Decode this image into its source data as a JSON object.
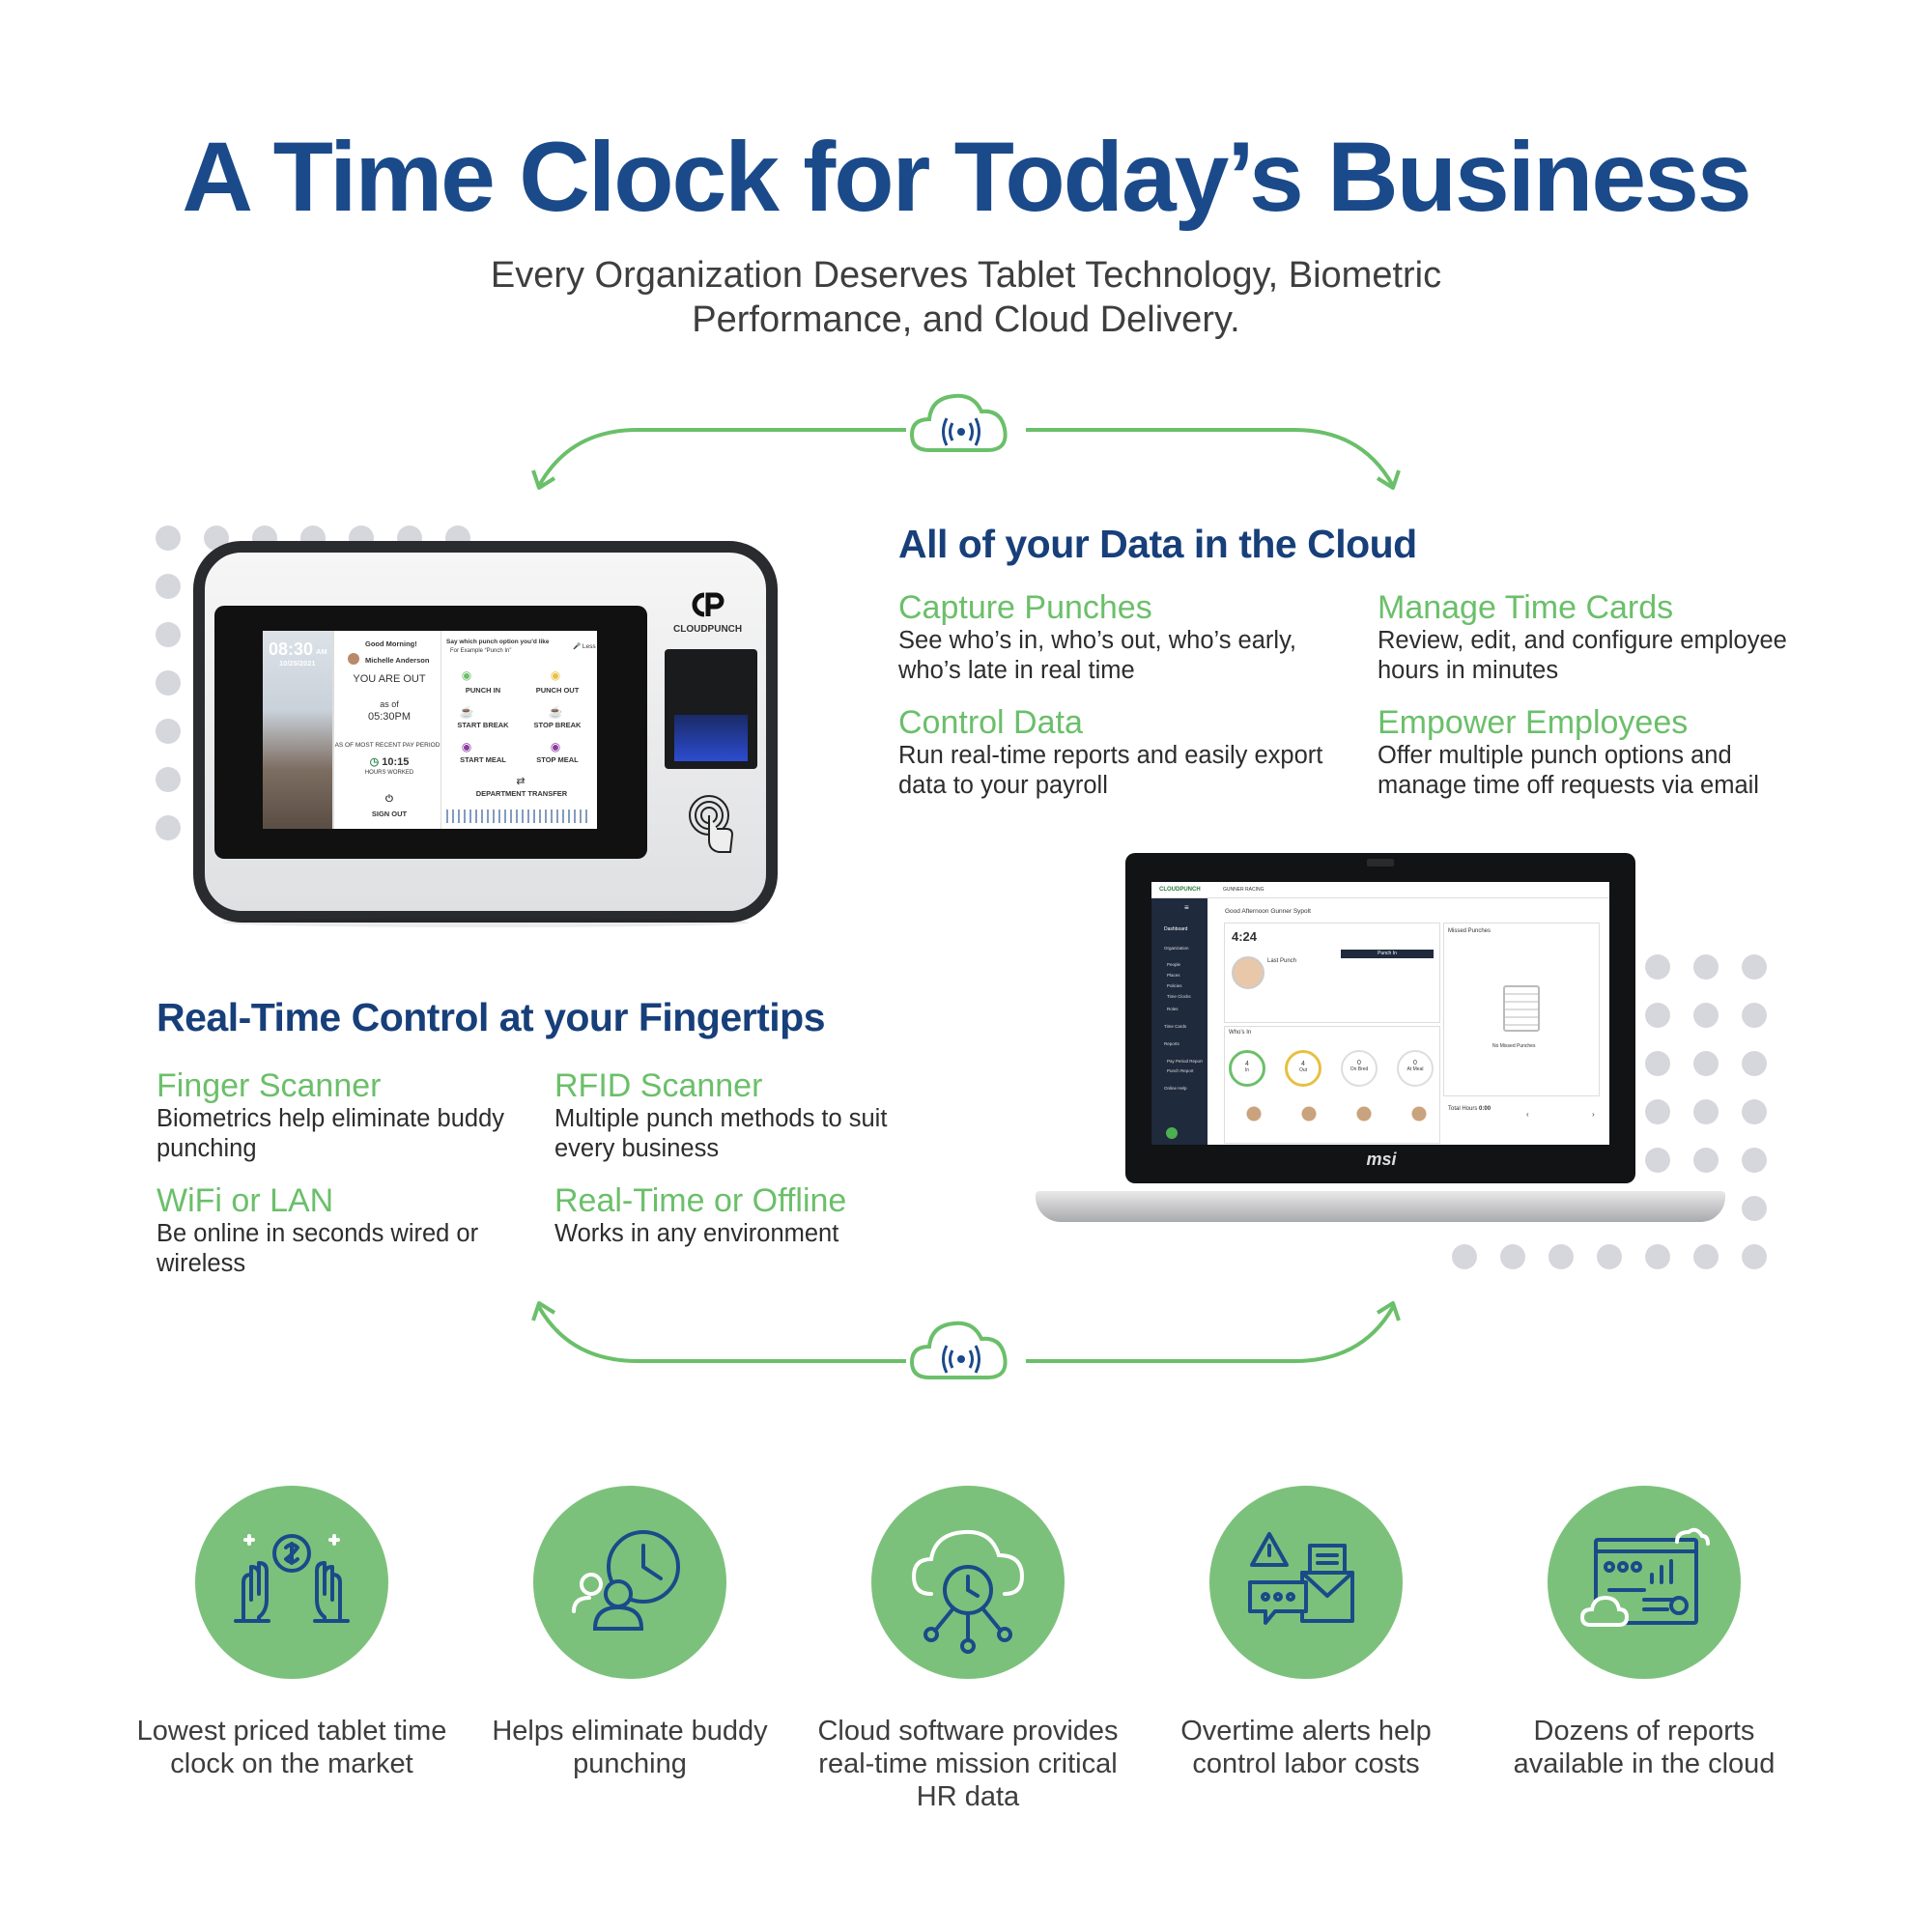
{
  "header": {
    "title": "A Time Clock for Today’s Business",
    "subtitle": "Every Organization Deserves Tablet Technology, Biometric Performance, and Cloud Delivery."
  },
  "cloud_section": {
    "title": "All of your Data in the Cloud",
    "features": [
      {
        "title": "Capture Punches",
        "desc": "See who’s in, who’s out, who’s early, who’s late in real time"
      },
      {
        "title": "Manage Time Cards",
        "desc": "Review, edit, and configure employee hours in minutes"
      },
      {
        "title": "Control Data",
        "desc": "Run real-time reports and easily export data to your payroll"
      },
      {
        "title": "Empower Employees",
        "desc": "Offer multiple punch options and manage time off requests via email"
      }
    ]
  },
  "control_section": {
    "title": "Real-Time Control at your Fingertips",
    "features": [
      {
        "title": "Finger Scanner",
        "desc": "Biometrics help eliminate buddy punching"
      },
      {
        "title": "RFID Scanner",
        "desc": "Multiple punch methods to suit every business"
      },
      {
        "title": "WiFi or LAN",
        "desc": "Be online in seconds wired or wireless"
      },
      {
        "title": "Real-Time or Offline",
        "desc": "Works in any environment"
      }
    ]
  },
  "device": {
    "brand": "CLOUDPUNCH",
    "time": "08:30",
    "ampm": "AM",
    "date": "10/25/2021",
    "greeting": "Good Morning!",
    "user": "Michelle Anderson",
    "status": "YOU ARE OUT",
    "as_of": "as of",
    "status_time": "05:30PM",
    "period_label": "AS OF MOST RECENT PAY PERIOD",
    "hours": "10:15",
    "hours_label": "HOURS WORKED",
    "sign_out": "SIGN OUT",
    "prompt": "Say which punch option you’d like",
    "prompt_example": "For Example “Punch In”",
    "less": "Less",
    "buttons": [
      "PUNCH IN",
      "PUNCH OUT",
      "START BREAK",
      "STOP BREAK",
      "START MEAL",
      "STOP MEAL"
    ],
    "transfer": "DEPARTMENT TRANSFER"
  },
  "laptop": {
    "brand": "msi",
    "app_name": "CLOUDPUNCH",
    "company": "GUNNER RACING",
    "greeting": "Good Afternoon Gunner Sypolt",
    "time": "4:24",
    "last_punch": "Last Punch",
    "punch_in": "Punch In",
    "missed_punches": "Missed Punches",
    "no_missed": "No Missed Punches",
    "whos_in": "Who’s In",
    "counts": [
      {
        "value": "4",
        "label": "In"
      },
      {
        "value": "4",
        "label": "Out"
      },
      {
        "value": "0",
        "label": "On Bred"
      },
      {
        "value": "0",
        "label": "At Meal"
      }
    ],
    "nav": [
      "Dashboard",
      "Organization",
      "People",
      "Places",
      "Policies",
      "Time Clocks",
      "Roles",
      "Time Cards",
      "Reports",
      "Pay Period Report",
      "Punch Report",
      "Online Help"
    ],
    "total_hours_label": "Total Hours",
    "total_hours": "0:00"
  },
  "benefits": [
    {
      "icon": "money-hands-icon",
      "text": "Lowest priced tablet time clock on the market"
    },
    {
      "icon": "user-clock-icon",
      "text": "Helps eliminate buddy punching"
    },
    {
      "icon": "cloud-clock-icon",
      "text": "Cloud software provides real-time mission critical HR data"
    },
    {
      "icon": "alert-mail-icon",
      "text": "Overtime alerts help control labor costs"
    },
    {
      "icon": "report-dashboard-icon",
      "text": "Dozens of reports available in the cloud"
    }
  ],
  "colors": {
    "navy": "#1b4a8a",
    "green": "#6bbf6a",
    "circle_green": "#7cc17b",
    "dot_gray": "#d6d7dc"
  }
}
